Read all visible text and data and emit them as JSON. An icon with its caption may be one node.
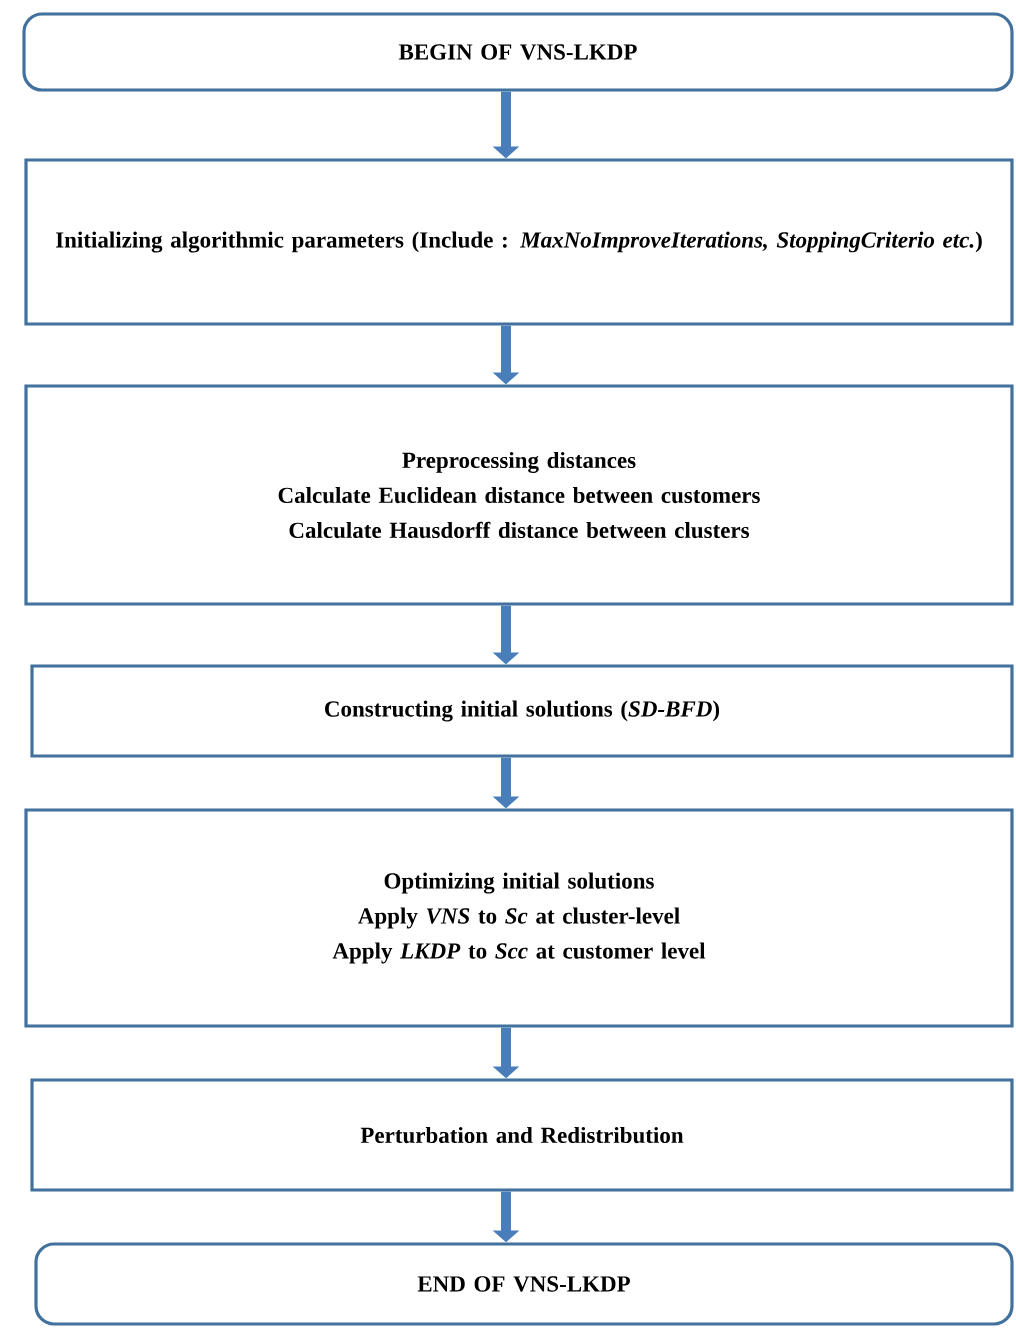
{
  "diagram": {
    "nodes": [
      {
        "text": [
          "BEGIN OF VNS-LKDP"
        ]
      },
      {
        "text": [
          "Initializing algorithmic parameters (Include : *MaxNoImproveIterations, StoppingCriterio etc.*)"
        ]
      },
      {
        "text": [
          "Preprocessing distances",
          "Calculate Euclidean distance between customers",
          "Calculate Hausdorff distance between clusters"
        ]
      },
      {
        "text": [
          "Constructing initial solutions (*SD-BFD*)"
        ]
      },
      {
        "text": [
          "Optimizing initial solutions",
          "Apply *VNS* to *Sc* at cluster-level",
          "Apply *LKDP* to *Scc* at customer level"
        ]
      },
      {
        "text": [
          "Perturbation and Redistribution"
        ]
      },
      {
        "text": [
          "END OF VNS-LKDP"
        ]
      }
    ],
    "edges": [
      {
        "from": 0,
        "to": 1,
        "arrow": "to"
      },
      {
        "from": 1,
        "to": 2,
        "arrow": "to"
      },
      {
        "from": 2,
        "to": 3,
        "arrow": "to"
      },
      {
        "from": 3,
        "to": 4,
        "arrow": "to"
      },
      {
        "from": 4,
        "to": 5,
        "arrow": "to"
      },
      {
        "from": 5,
        "to": 6,
        "arrow": "to"
      }
    ]
  }
}
